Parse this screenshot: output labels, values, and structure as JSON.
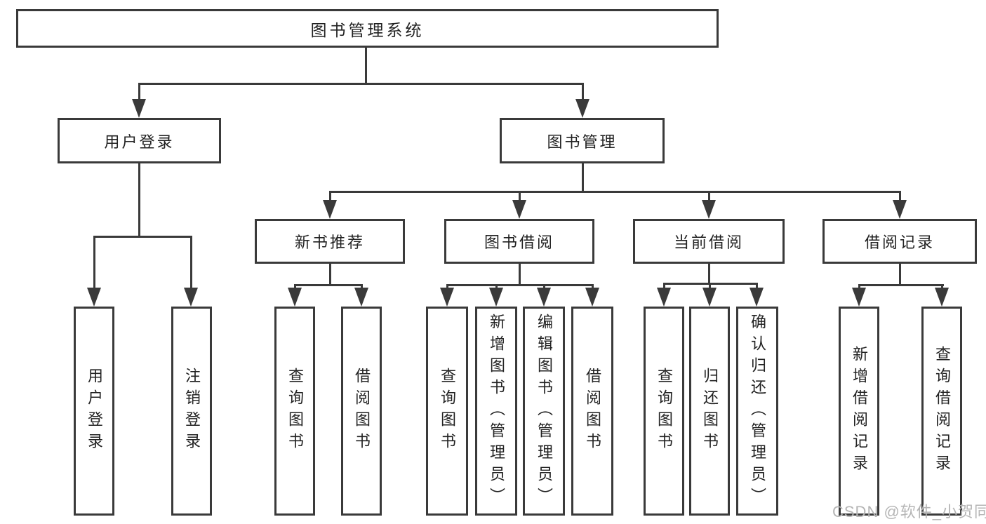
{
  "diagram": {
    "root": {
      "label": "图书管理系统"
    },
    "user_login": {
      "label": "用户登录",
      "children": [
        {
          "label": "用户登录"
        },
        {
          "label": "注销登录"
        }
      ]
    },
    "book_management": {
      "label": "图书管理",
      "modules": [
        {
          "label": "新书推荐",
          "children": [
            {
              "label": "查询图书"
            },
            {
              "label": "借阅图书"
            }
          ]
        },
        {
          "label": "图书借阅",
          "children": [
            {
              "label": "查询图书"
            },
            {
              "label": "新增图书（管理员）"
            },
            {
              "label": "编辑图书（管理员）"
            },
            {
              "label": "借阅图书"
            }
          ]
        },
        {
          "label": "当前借阅",
          "children": [
            {
              "label": "查询图书"
            },
            {
              "label": "归还图书"
            },
            {
              "label": "确认归还（管理员）"
            }
          ]
        },
        {
          "label": "借阅记录",
          "children": [
            {
              "label": "新增借阅记录"
            },
            {
              "label": "查询借阅记录"
            }
          ]
        }
      ]
    }
  },
  "watermark": {
    "text": "CSDN @软件_小贺同学"
  },
  "colors": {
    "line": "#3a3a3a",
    "text": "#222222",
    "background": "#ffffff",
    "watermark": "#b5b5b5"
  }
}
